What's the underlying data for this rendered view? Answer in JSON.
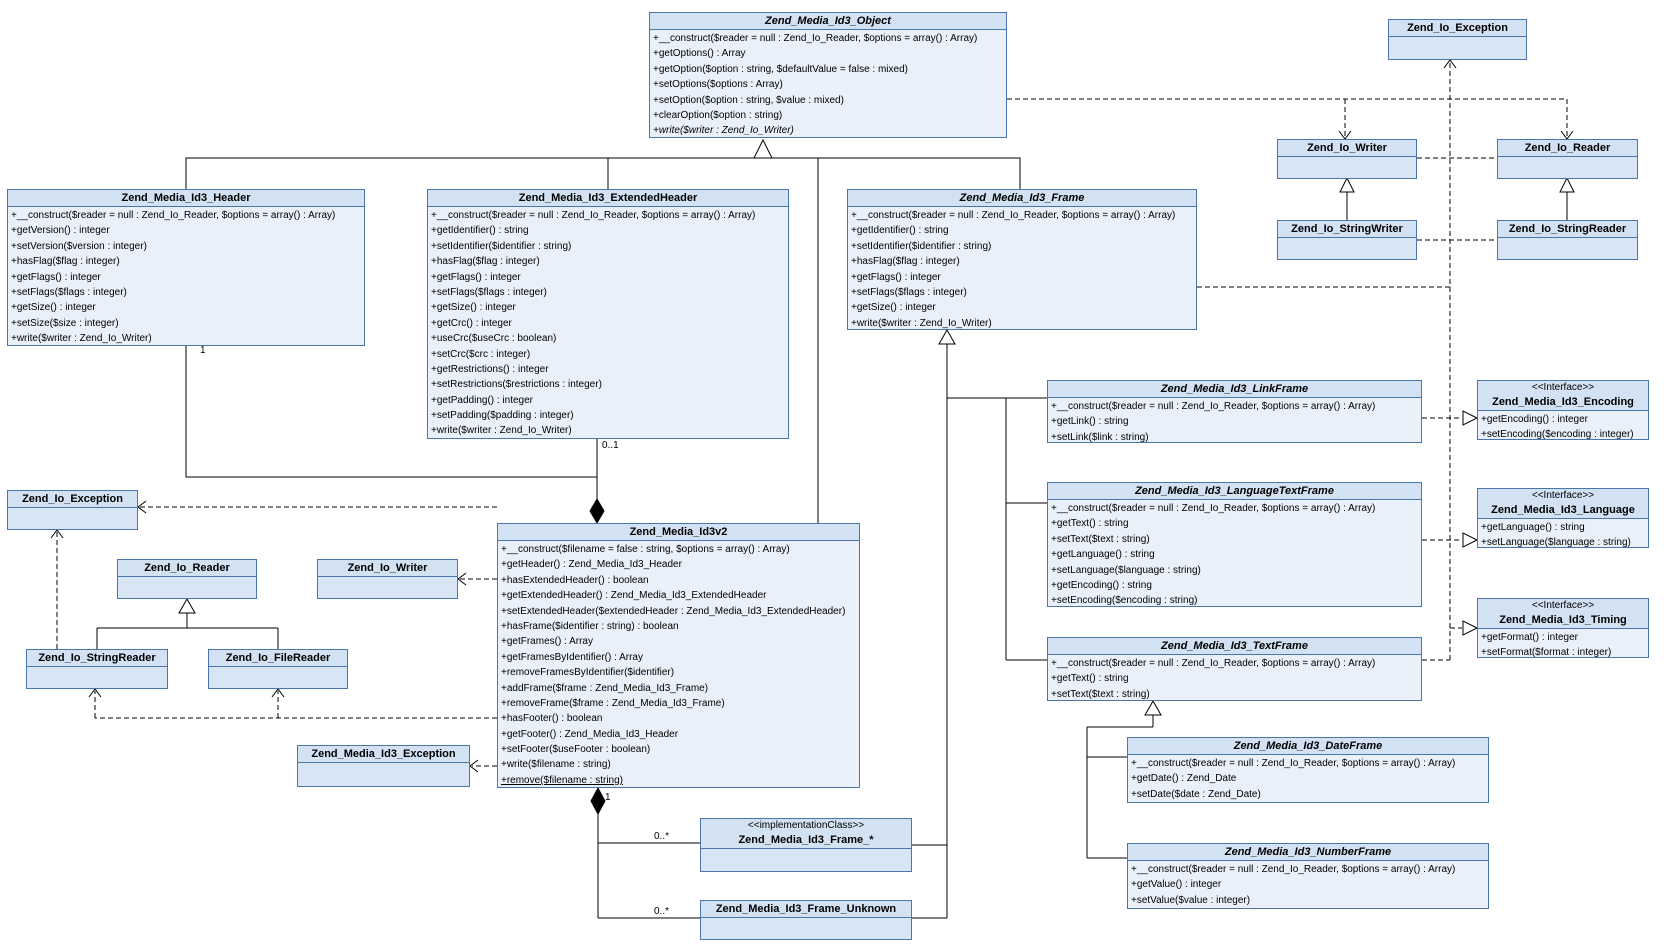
{
  "colors": {
    "box_border": "#4a76ad",
    "title_fill": "#d3e2f3",
    "body_fill": "#e9f0f9",
    "line_color": "#000000"
  },
  "multiplicities": {
    "header": "1",
    "extended_header": "0..1",
    "frames": "1",
    "frame_star": "0..*",
    "frame_unknown": "0..*"
  },
  "classes": [
    {
      "id": "object",
      "name": "Zend_Media_Id3_Object",
      "abstract": true,
      "methods": [
        {
          "t": "+__construct($reader = null : Zend_Io_Reader, $options = array() : Array)"
        },
        {
          "t": "+getOptions() : Array"
        },
        {
          "t": "+getOption($option : string, $defaultValue = false : mixed)"
        },
        {
          "t": "+setOptions($options : Array)"
        },
        {
          "t": "+setOption($option : string, $value : mixed)"
        },
        {
          "t": "+clearOption($option : string)"
        },
        {
          "t": "+write($writer : Zend_Io_Writer)",
          "style": "italic"
        }
      ]
    },
    {
      "id": "io_exception_tr",
      "name": "Zend_Io_Exception",
      "methods": []
    },
    {
      "id": "io_writer_tr",
      "name": "Zend_Io_Writer",
      "methods": []
    },
    {
      "id": "io_reader_tr",
      "name": "Zend_Io_Reader",
      "methods": []
    },
    {
      "id": "io_string_writer_tr",
      "name": "Zend_Io_StringWriter",
      "methods": []
    },
    {
      "id": "io_string_reader_tr",
      "name": "Zend_Io_StringReader",
      "methods": []
    },
    {
      "id": "header",
      "name": "Zend_Media_Id3_Header",
      "methods": [
        {
          "t": "+__construct($reader = null : Zend_Io_Reader, $options = array() : Array)"
        },
        {
          "t": "+getVersion() : integer"
        },
        {
          "t": "+setVersion($version : integer)"
        },
        {
          "t": "+hasFlag($flag : integer)"
        },
        {
          "t": "+getFlags() : integer"
        },
        {
          "t": "+setFlags($flags : integer)"
        },
        {
          "t": "+getSize() : integer"
        },
        {
          "t": "+setSize($size : integer)"
        },
        {
          "t": "+write($writer : Zend_Io_Writer)"
        }
      ]
    },
    {
      "id": "extended_header",
      "name": "Zend_Media_Id3_ExtendedHeader",
      "methods": [
        {
          "t": "+__construct($reader = null : Zend_Io_Reader, $options = array() : Array)"
        },
        {
          "t": "+getIdentifier() : string"
        },
        {
          "t": "+setIdentifier($identifier : string)"
        },
        {
          "t": "+hasFlag($flag : integer)"
        },
        {
          "t": "+getFlags() : integer"
        },
        {
          "t": "+setFlags($flags : integer)"
        },
        {
          "t": "+getSize() : integer"
        },
        {
          "t": "+getCrc() : integer"
        },
        {
          "t": "+useCrc($useCrc : boolean)"
        },
        {
          "t": "+setCrc($crc : integer)"
        },
        {
          "t": "+getRestrictions() : integer"
        },
        {
          "t": "+setRestrictions($restrictions : integer)"
        },
        {
          "t": "+getPadding() : integer"
        },
        {
          "t": "+setPadding($padding : integer)"
        },
        {
          "t": "+write($writer : Zend_Io_Writer)"
        }
      ]
    },
    {
      "id": "frame",
      "name": "Zend_Media_Id3_Frame",
      "abstract": true,
      "methods": [
        {
          "t": "+__construct($reader = null : Zend_Io_Reader, $options = array() : Array)"
        },
        {
          "t": "+getIdentifier() : string"
        },
        {
          "t": "+setIdentifier($identifier : string)"
        },
        {
          "t": "+hasFlag($flag : integer)"
        },
        {
          "t": "+getFlags() : integer"
        },
        {
          "t": "+setFlags($flags : integer)"
        },
        {
          "t": "+getSize() : integer"
        },
        {
          "t": "+write($writer : Zend_Io_Writer)"
        }
      ]
    },
    {
      "id": "id3v2",
      "name": "Zend_Media_Id3v2",
      "methods": [
        {
          "t": "+__construct($filename = false : string, $options = array() : Array)"
        },
        {
          "t": "+getHeader() : Zend_Media_Id3_Header"
        },
        {
          "t": "+hasExtendedHeader() : boolean"
        },
        {
          "t": "+getExtendedHeader() : Zend_Media_Id3_ExtendedHeader"
        },
        {
          "t": "+setExtendedHeader($extendedHeader : Zend_Media_Id3_ExtendedHeader)"
        },
        {
          "t": "+hasFrame($identifier : string) : boolean"
        },
        {
          "t": "+getFrames() : Array"
        },
        {
          "t": "+getFramesByIdentifier() : Array"
        },
        {
          "t": "+removeFramesByIdentifier($identifier)"
        },
        {
          "t": "+addFrame($frame : Zend_Media_Id3_Frame)"
        },
        {
          "t": "+removeFrame($frame : Zend_Media_Id3_Frame)"
        },
        {
          "t": "+hasFooter() : boolean"
        },
        {
          "t": "+getFooter() : Zend_Media_Id3_Header"
        },
        {
          "t": "+setFooter($useFooter : boolean)"
        },
        {
          "t": "+write($filename : string)"
        },
        {
          "t": "+remove($filename : string)",
          "style": "underline"
        }
      ]
    },
    {
      "id": "link_frame",
      "name": "Zend_Media_Id3_LinkFrame",
      "abstract": true,
      "methods": [
        {
          "t": "+__construct($reader = null : Zend_Io_Reader, $options = array() : Array)"
        },
        {
          "t": "+getLink() : string"
        },
        {
          "t": "+setLink($link : string)"
        }
      ]
    },
    {
      "id": "language_text_frame",
      "name": "Zend_Media_Id3_LanguageTextFrame",
      "abstract": true,
      "methods": [
        {
          "t": "+__construct($reader = null : Zend_Io_Reader, $options = array() : Array)"
        },
        {
          "t": "+getText() : string"
        },
        {
          "t": "+setText($text : string)"
        },
        {
          "t": "+getLanguage() : string"
        },
        {
          "t": "+setLanguage($language : string)"
        },
        {
          "t": "+getEncoding() : string"
        },
        {
          "t": "+setEncoding($encoding : string)"
        }
      ]
    },
    {
      "id": "text_frame",
      "name": "Zend_Media_Id3_TextFrame",
      "abstract": true,
      "methods": [
        {
          "t": "+__construct($reader = null : Zend_Io_Reader, $options = array() : Array)"
        },
        {
          "t": "+getText() : string"
        },
        {
          "t": "+setText($text : string)"
        }
      ]
    },
    {
      "id": "encoding",
      "stereotype": "<<Interface>>",
      "name": "Zend_Media_Id3_Encoding",
      "methods": [
        {
          "t": "+getEncoding() : integer"
        },
        {
          "t": "+setEncoding($encoding : integer)"
        }
      ]
    },
    {
      "id": "language",
      "stereotype": "<<Interface>>",
      "name": "Zend_Media_Id3_Language",
      "methods": [
        {
          "t": "+getLanguage() : string"
        },
        {
          "t": "+setLanguage($language : string)"
        }
      ]
    },
    {
      "id": "timing",
      "stereotype": "<<Interface>>",
      "name": "Zend_Media_Id3_Timing",
      "methods": [
        {
          "t": "+getFormat() : integer"
        },
        {
          "t": "+setFormat($format : integer)"
        }
      ]
    },
    {
      "id": "date_frame",
      "name": "Zend_Media_Id3_DateFrame",
      "abstract": true,
      "methods": [
        {
          "t": "+__construct($reader = null : Zend_Io_Reader, $options = array() : Array)"
        },
        {
          "t": "+getDate() : Zend_Date"
        },
        {
          "t": "+setDate($date : Zend_Date)"
        }
      ]
    },
    {
      "id": "number_frame",
      "name": "Zend_Media_Id3_NumberFrame",
      "abstract": true,
      "methods": [
        {
          "t": "+__construct($reader = null : Zend_Io_Reader, $options = array() : Array)"
        },
        {
          "t": "+getValue() : integer"
        },
        {
          "t": "+setValue($value : integer)"
        }
      ]
    },
    {
      "id": "io_exception_l",
      "name": "Zend_Io_Exception",
      "methods": []
    },
    {
      "id": "io_reader_l",
      "name": "Zend_Io_Reader",
      "methods": []
    },
    {
      "id": "io_writer_l",
      "name": "Zend_Io_Writer",
      "methods": []
    },
    {
      "id": "io_string_reader_l",
      "name": "Zend_Io_StringReader",
      "methods": []
    },
    {
      "id": "io_file_reader_l",
      "name": "Zend_Io_FileReader",
      "methods": []
    },
    {
      "id": "id3_exception",
      "name": "Zend_Media_Id3_Exception",
      "methods": []
    },
    {
      "id": "frame_star",
      "stereotype": "<<implementationClass>>",
      "name": "Zend_Media_Id3_Frame_*",
      "methods": []
    },
    {
      "id": "frame_unknown",
      "name": "Zend_Media_Id3_Frame_Unknown",
      "methods": []
    }
  ]
}
